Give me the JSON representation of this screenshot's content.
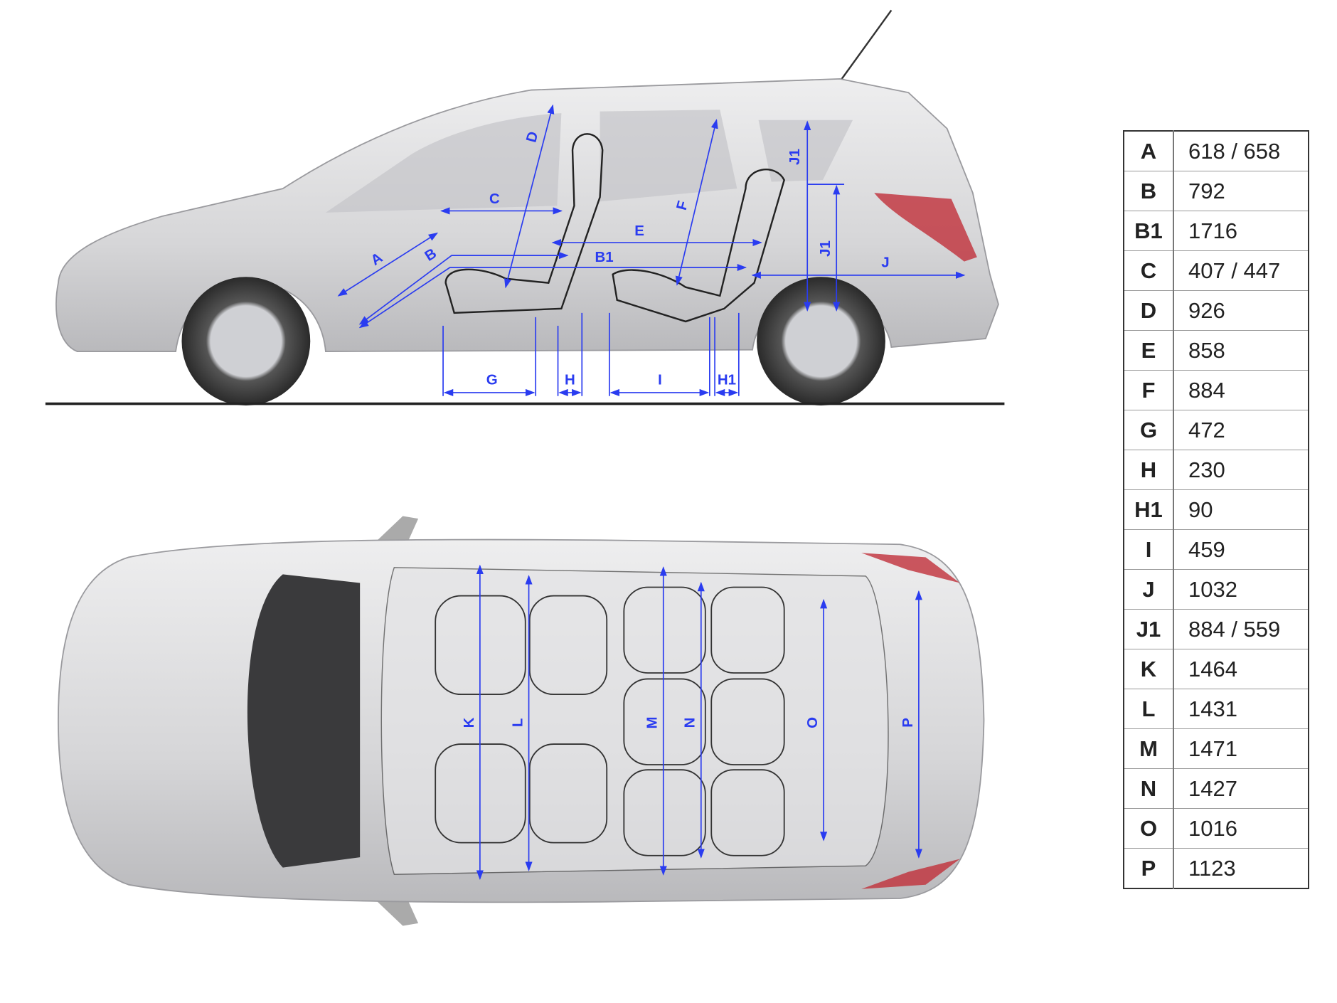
{
  "dimensions": [
    {
      "label": "A",
      "value": "618 / 658"
    },
    {
      "label": "B",
      "value": "792"
    },
    {
      "label": "B1",
      "value": "1716"
    },
    {
      "label": "C",
      "value": "407 / 447"
    },
    {
      "label": "D",
      "value": "926"
    },
    {
      "label": "E",
      "value": "858"
    },
    {
      "label": "F",
      "value": "884"
    },
    {
      "label": "G",
      "value": "472"
    },
    {
      "label": "H",
      "value": "230"
    },
    {
      "label": "H1",
      "value": "90"
    },
    {
      "label": "I",
      "value": "459"
    },
    {
      "label": "J",
      "value": "1032"
    },
    {
      "label": "J1",
      "value": "884 / 559"
    },
    {
      "label": "K",
      "value": "1464"
    },
    {
      "label": "L",
      "value": "1431"
    },
    {
      "label": "M",
      "value": "1471"
    },
    {
      "label": "N",
      "value": "1427"
    },
    {
      "label": "O",
      "value": "1016"
    },
    {
      "label": "P",
      "value": "1123"
    }
  ],
  "colors": {
    "dimension_lines": "#2a3cf0",
    "car_body": "#d4d4d6",
    "tail_light": "#c0303a"
  }
}
